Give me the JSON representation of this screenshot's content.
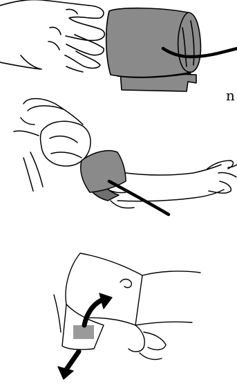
{
  "text_fragment": "n",
  "colors": {
    "line": "#000000",
    "cuff": "#8a8a8a",
    "cuff_dark": "#6f6f6f",
    "velcro_patch": "#9a9a9a",
    "background": "#ffffff"
  },
  "illustrations": [
    {
      "name": "cuff-hand-illustration",
      "description_icon": "hand-sliding-into-cuff-icon"
    },
    {
      "name": "cuff-arm-illustration",
      "description_icon": "cuff-on-upper-arm-icon"
    },
    {
      "name": "cuff-wrap-illustration",
      "description_icon": "wrap-cuff-around-arm-icon"
    }
  ]
}
